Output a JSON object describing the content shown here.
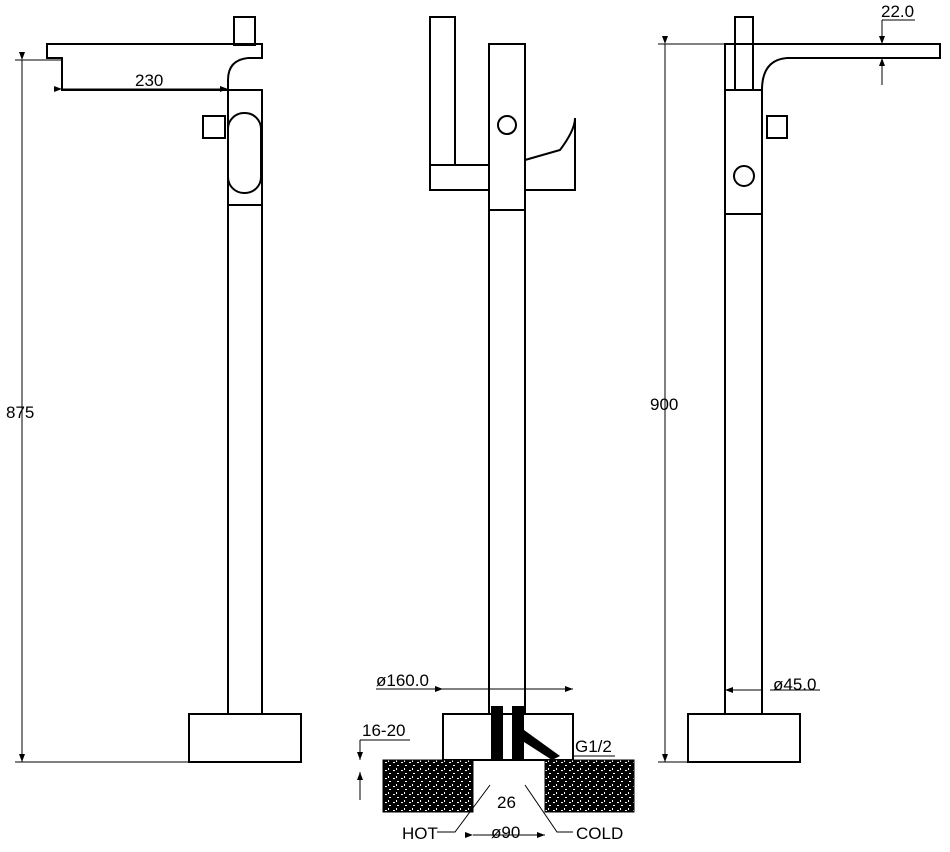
{
  "dimensions": {
    "spout_reach": "230",
    "height_left": "875",
    "height_right": "900",
    "spout_thickness": "22.0",
    "base_diameter": "ø160.0",
    "floor_thickness": "16-20",
    "thread": "G1/2",
    "pipe_spacing": "26",
    "hole_diameter": "ø90",
    "column_diameter": "ø45.0"
  },
  "labels": {
    "hot": "HOT",
    "cold": "COLD"
  },
  "colors": {
    "line": "#000000",
    "background": "#ffffff"
  }
}
